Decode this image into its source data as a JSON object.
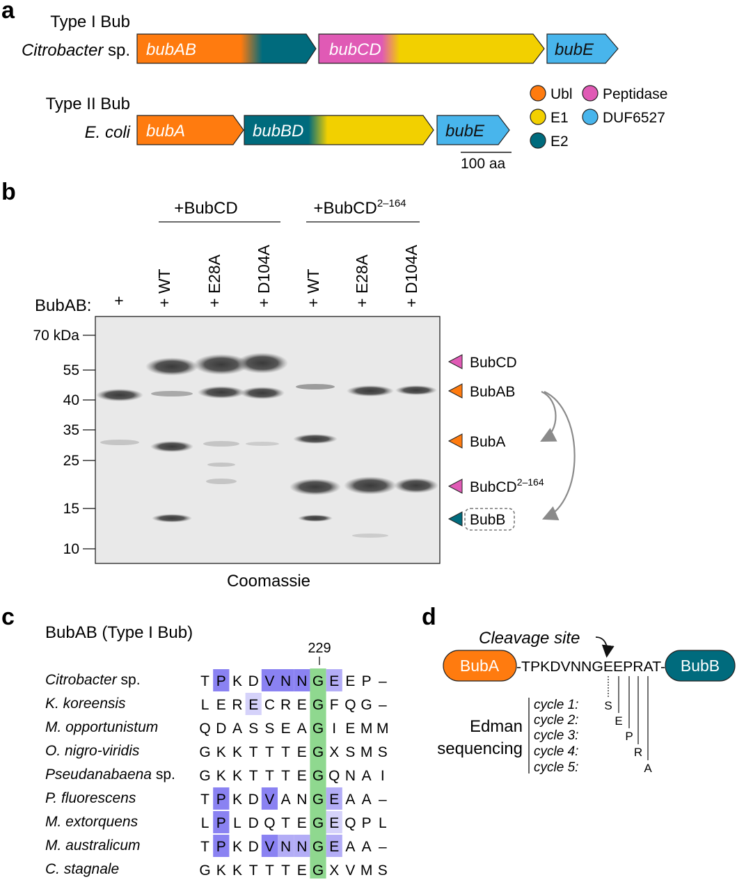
{
  "panel_a": {
    "letter": "a",
    "type1": {
      "type_label": "Type I Bub",
      "organism": "Citrobacter",
      "organism_suffix": " sp.",
      "genes": [
        "bubAB",
        "bubCD",
        "bubE"
      ]
    },
    "type2": {
      "type_label": "Type II Bub",
      "organism": "E. coli",
      "genes": [
        "bubA",
        "bubBD",
        "bubE"
      ]
    },
    "legend": [
      {
        "label": "Ubl",
        "color": "#ff7b0f"
      },
      {
        "label": "E1",
        "color": "#f2d000"
      },
      {
        "label": "E2",
        "color": "#006b7d"
      },
      {
        "label": "Peptidase",
        "color": "#e05ab5"
      },
      {
        "label": "DUF6527",
        "color": "#48b5ec"
      }
    ],
    "scale_bar": "100 aa"
  },
  "panel_b": {
    "letter": "b",
    "group1": "+BubCD",
    "group2_base": "+BubCD",
    "group2_sup": "2–164",
    "lanes": [
      "+",
      "+ WT",
      "+ E28A",
      "+ D104A",
      "+ WT",
      "+ E28A",
      "+ D104A"
    ],
    "row_label": "BubAB:",
    "markers": [
      "70 kDa",
      "55",
      "40",
      "35",
      "25",
      "15",
      "10"
    ],
    "band_labels": [
      {
        "text": "BubCD",
        "sup": "",
        "color": "#e05ab5"
      },
      {
        "text": "BubAB",
        "sup": "",
        "color": "#ff7b0f"
      },
      {
        "text": "BubA",
        "sup": "",
        "color": "#ff7b0f"
      },
      {
        "text": "BubCD",
        "sup": "2–164",
        "color": "#e05ab5"
      },
      {
        "text": "BubB",
        "sup": "",
        "color": "#006b7d"
      }
    ],
    "stain": "Coomassie"
  },
  "panel_c": {
    "letter": "c",
    "title": "BubAB (Type I Bub)",
    "position": "229",
    "rows": [
      {
        "species": "Citrobacter",
        "suffix": " sp.",
        "seq": [
          "T",
          "P",
          "K",
          "D",
          "V",
          "N",
          "N",
          "G",
          "E",
          "E",
          "P",
          "–"
        ]
      },
      {
        "species": "K. koreensis",
        "suffix": "",
        "seq": [
          "L",
          "E",
          "R",
          "E",
          "C",
          "R",
          "E",
          "G",
          "F",
          "Q",
          "G",
          "–"
        ]
      },
      {
        "species": "M. opportunistum",
        "suffix": "",
        "seq": [
          "Q",
          "D",
          "A",
          "S",
          "S",
          "E",
          "A",
          "G",
          "I",
          "E",
          "M",
          "M"
        ]
      },
      {
        "species": "O. nigro-viridis",
        "suffix": "",
        "seq": [
          "G",
          "K",
          "K",
          "T",
          "T",
          "T",
          "E",
          "G",
          "X",
          "S",
          "M",
          "S"
        ]
      },
      {
        "species": "Pseudanabaena",
        "suffix": " sp.",
        "seq": [
          "G",
          "K",
          "K",
          "T",
          "T",
          "T",
          "E",
          "G",
          "Q",
          "N",
          "A",
          "I"
        ]
      },
      {
        "species": "P. fluorescens",
        "suffix": "",
        "seq": [
          "T",
          "P",
          "K",
          "D",
          "V",
          "A",
          "N",
          "G",
          "E",
          "A",
          "A",
          "–"
        ]
      },
      {
        "species": "M. extorquens",
        "suffix": "",
        "seq": [
          "L",
          "P",
          "L",
          "D",
          "Q",
          "T",
          "E",
          "G",
          "E",
          "Q",
          "P",
          "L"
        ]
      },
      {
        "species": "M. australicum",
        "suffix": "",
        "seq": [
          "T",
          "P",
          "K",
          "D",
          "V",
          "N",
          "N",
          "G",
          "E",
          "A",
          "A",
          "–"
        ]
      },
      {
        "species": "C. stagnale",
        "suffix": "",
        "seq": [
          "G",
          "K",
          "K",
          "T",
          "T",
          "T",
          "E",
          "G",
          "X",
          "V",
          "M",
          "S"
        ]
      }
    ],
    "colors": {
      "dark": "#8a82f2",
      "mid": "#b3adf6",
      "light": "#d5d2fa",
      "glycine": "#8fd88f"
    }
  },
  "panel_d": {
    "letter": "d",
    "cleavage_label": "Cleavage site",
    "left_domain": "BubA",
    "right_domain": "BubB",
    "left_color": "#ff7b0f",
    "right_color": "#006b7d",
    "sequence": "-TPKDVNNGEEPRAT-",
    "method_line1": "Edman",
    "method_line2": "sequencing",
    "cycles": [
      "cycle 1:",
      "cycle 2:",
      "cycle 3:",
      "cycle 4:",
      "cycle 5:"
    ],
    "residues": [
      "S",
      "E",
      "P",
      "R",
      "A"
    ]
  }
}
